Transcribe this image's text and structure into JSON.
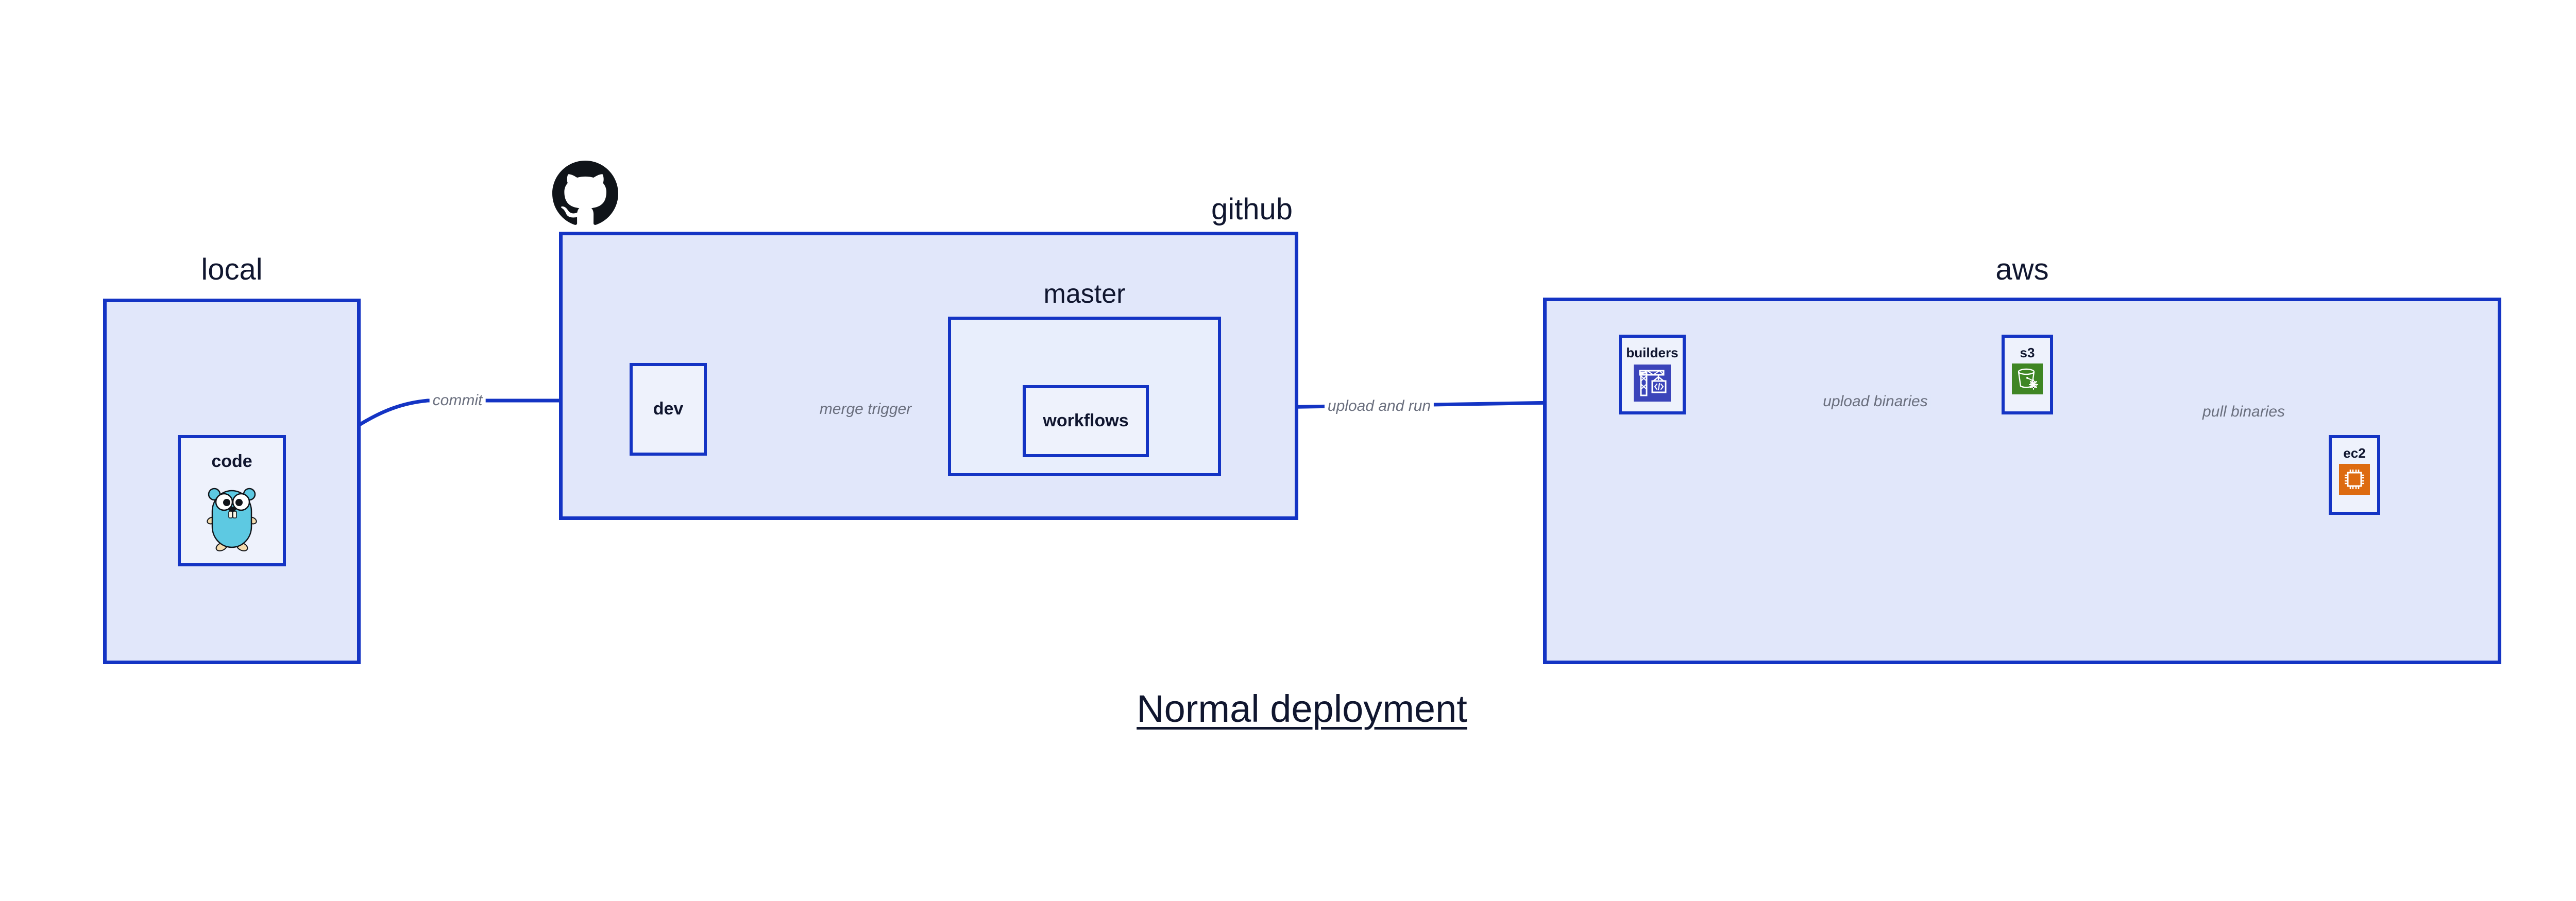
{
  "diagram": {
    "title": "Normal deployment",
    "colors": {
      "group_border": "#1434c4",
      "group_fill": "#e1e7fa",
      "nested_fill": "#e8eefc",
      "node_fill": "#eef2fc",
      "edge": "#1434c4",
      "edge_label": "#6a6f7e",
      "text": "#10162f",
      "go_gopher": "#5dc9e2",
      "aws_codebuild": "#3b44ba",
      "aws_s3": "#3f8624",
      "aws_ec2": "#dd6b10",
      "github_logo": "#101419"
    }
  },
  "groups": [
    {
      "id": "local",
      "label": "local"
    },
    {
      "id": "github",
      "label": "github"
    },
    {
      "id": "master",
      "label": "master"
    },
    {
      "id": "aws",
      "label": "aws"
    }
  ],
  "nodes": [
    {
      "id": "code",
      "label": "code",
      "icon": "go-gopher-icon"
    },
    {
      "id": "dev",
      "label": "dev",
      "icon": ""
    },
    {
      "id": "workflows",
      "label": "workflows",
      "icon": ""
    },
    {
      "id": "builders",
      "label": "builders",
      "icon": "aws-codebuild-icon"
    },
    {
      "id": "s3",
      "label": "s3",
      "icon": "aws-s3-glacier-icon"
    },
    {
      "id": "ec2",
      "label": "ec2",
      "icon": "aws-ec2-icon"
    }
  ],
  "edges": [
    {
      "id": "commit",
      "label": "commit",
      "from": "code",
      "to": "dev"
    },
    {
      "id": "merge-trigger",
      "label": "merge trigger",
      "from": "dev",
      "to": "workflows"
    },
    {
      "id": "upload-and-run",
      "label": "upload and run",
      "from": "workflows",
      "to": "builders"
    },
    {
      "id": "upload-binaries",
      "label": "upload binaries",
      "from": "builders",
      "to": "s3"
    },
    {
      "id": "pull-binaries",
      "label": "pull binaries",
      "from": "s3",
      "to": "ec2"
    }
  ]
}
